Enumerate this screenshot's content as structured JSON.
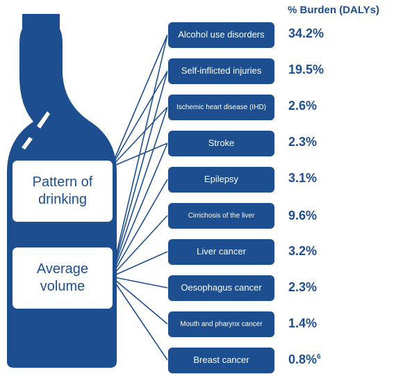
{
  "header": "% Burden (DALYs)",
  "factors": [
    "Pattern of drinking",
    "Average volume"
  ],
  "diseases": [
    {
      "label": "Alcohol use disorders",
      "burden": "34.2%",
      "note": ""
    },
    {
      "label": "Self-inflicted injuries",
      "burden": "19.5%",
      "note": ""
    },
    {
      "label": "Ischemic heart disease (IHD)",
      "burden": "2.6%",
      "note": ""
    },
    {
      "label": "Stroke",
      "burden": "2.3%",
      "note": ""
    },
    {
      "label": "Epilepsy",
      "burden": "3.1%",
      "note": ""
    },
    {
      "label": "Cirrichosis of the liver",
      "burden": "9.6%",
      "note": ""
    },
    {
      "label": "Liver cancer",
      "burden": "3.2%",
      "note": ""
    },
    {
      "label": "Oesophagus cancer",
      "burden": "2.3%",
      "note": ""
    },
    {
      "label": "Mouth and pharynx cancer",
      "burden": "1.4%",
      "note": ""
    },
    {
      "label": "Breast cancer",
      "burden": "0.8%",
      "note": "6"
    }
  ],
  "colors": {
    "primary": "#1d4e8f",
    "background": "#ffffff"
  }
}
